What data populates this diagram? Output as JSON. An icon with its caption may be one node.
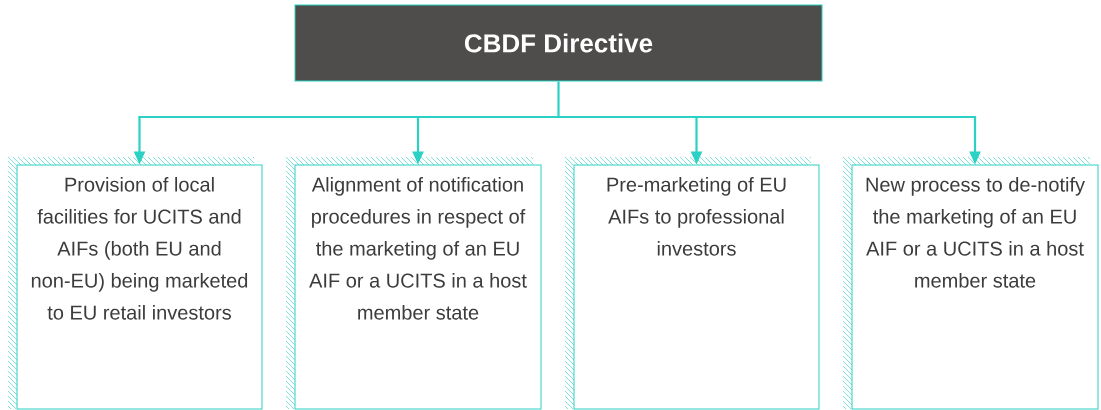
{
  "diagram": {
    "nodes": [
      {
        "text": [
          "CBDF Directive"
        ]
      },
      {
        "text": [
          "Provision of local facilities for UCITS and AIFs (both EU and non-EU) being marketed to EU retail investors"
        ]
      },
      {
        "text": [
          "Alignment of notification procedures in respect of the marketing of an EU AIF or a UCITS in a host member state"
        ]
      },
      {
        "text": [
          "Pre-marketing of EU AIFs to professional investors"
        ]
      },
      {
        "text": [
          "New process to de-notify the marketing of an EU AIF or a UCITS in a host member state"
        ]
      }
    ],
    "edges": [
      {
        "from": 0,
        "to": 1,
        "arrow": "to"
      },
      {
        "from": 0,
        "to": 2,
        "arrow": "to"
      },
      {
        "from": 0,
        "to": 3,
        "arrow": "to"
      },
      {
        "from": 0,
        "to": 4,
        "arrow": "to"
      }
    ]
  }
}
